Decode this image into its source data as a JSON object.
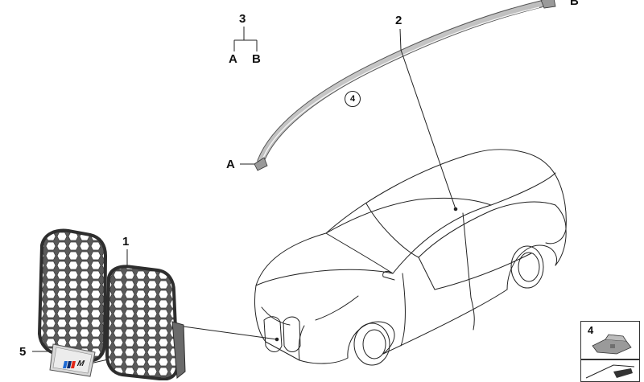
{
  "callouts": {
    "c1": "1",
    "c2": "2",
    "c3": "3",
    "c3a": "A",
    "c3b": "B",
    "c4_circled": "4",
    "cA": "A",
    "cB": "B",
    "c5": "5",
    "panel4": "4"
  },
  "emblem": {
    "letter": "M"
  },
  "colors": {
    "line": "#222222",
    "grille": "#5a5a5a",
    "trim": "#bdbdbd",
    "emblem_blue": "#1c69d4",
    "emblem_darkblue": "#0a2d6e",
    "emblem_red": "#e22718"
  }
}
